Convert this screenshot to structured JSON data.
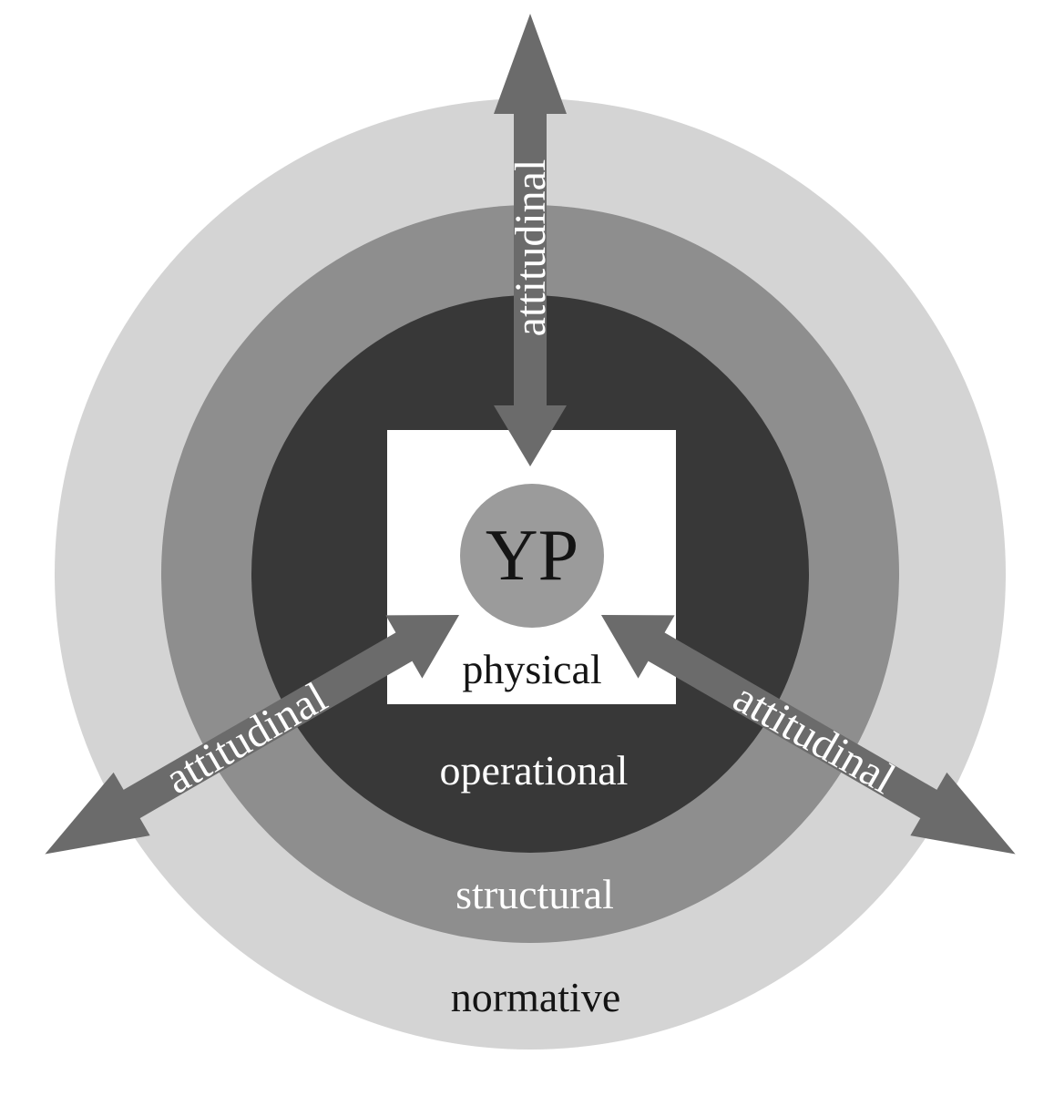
{
  "figure": {
    "center_label": "YP",
    "layers": [
      {
        "name": "physical",
        "label": "physical",
        "shape": "square"
      },
      {
        "name": "operational",
        "label": "operational",
        "shape": "circle"
      },
      {
        "name": "structural",
        "label": "structural",
        "shape": "ring"
      },
      {
        "name": "normative",
        "label": "normative",
        "shape": "ring"
      }
    ],
    "arrows": [
      {
        "direction": "up",
        "label": "attitudinal"
      },
      {
        "direction": "lower-left",
        "label": "attitudinal"
      },
      {
        "direction": "lower-right",
        "label": "attitudinal"
      }
    ]
  },
  "colors": {
    "background": "#ffffff",
    "normative_ring": "#d4d4d4",
    "structural_ring": "#8e8e8e",
    "operational_circle": "#383838",
    "physical_square": "#ffffff",
    "yp_circle": "#9b9b9b",
    "arrow": "#6b6b6b",
    "label_light": "#ffffff",
    "label_dark": "#141414"
  }
}
